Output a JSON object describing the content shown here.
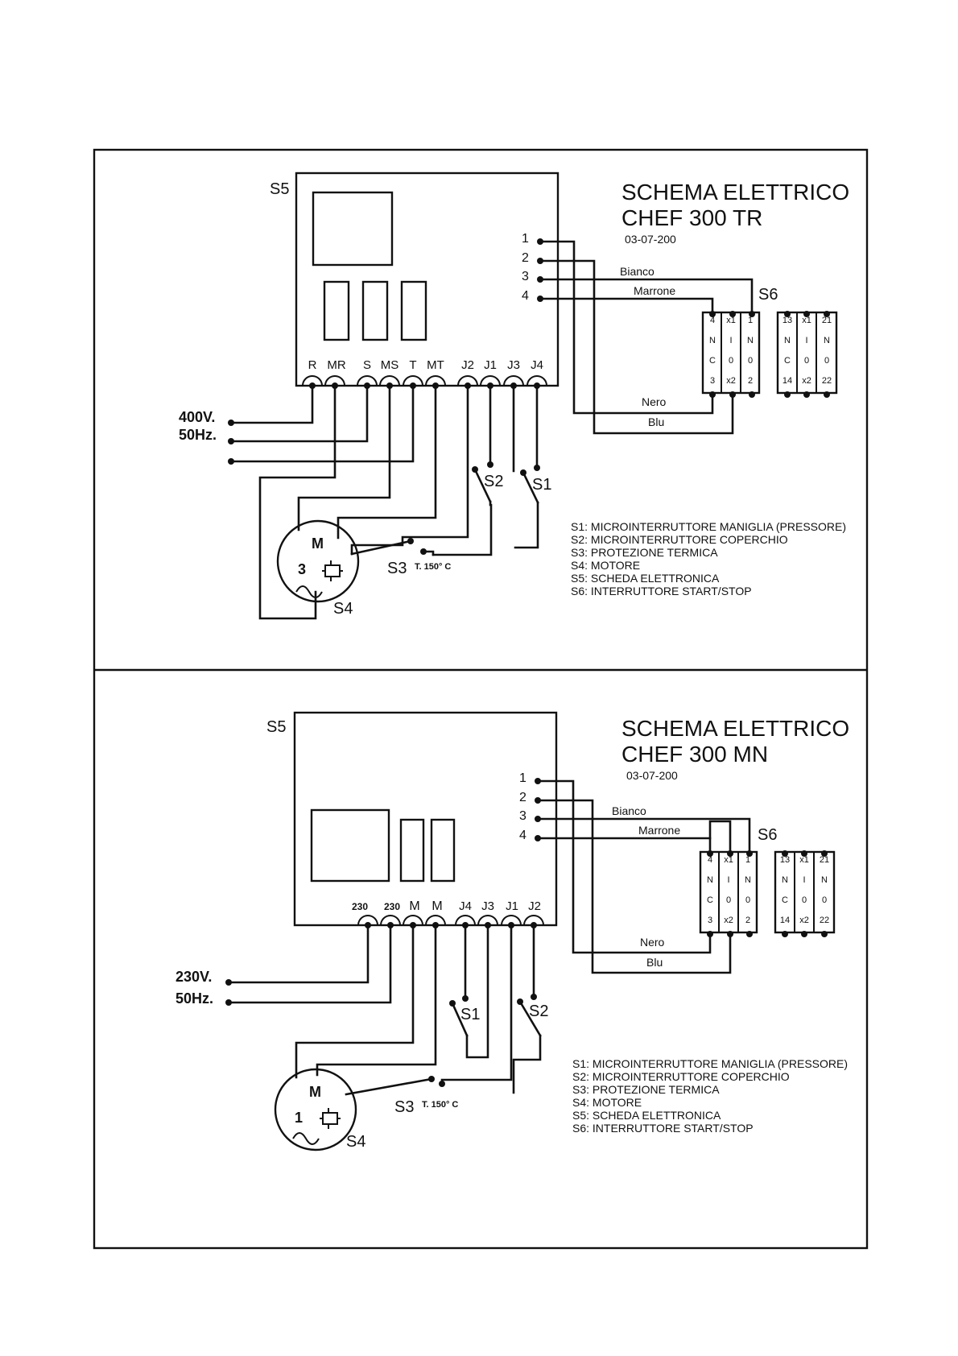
{
  "top": {
    "title_line1": "SCHEMA ELETTRICO",
    "title_line2": "CHEF  300 TR",
    "date": "03-07-200",
    "board_label": "S5",
    "switch_label": "S6",
    "motor_label": "S4",
    "motor_letter": "M",
    "motor_phase": "3",
    "thermal_label": "S3",
    "thermal_temp": "T. 150° C",
    "s1": "S1",
    "s2": "S2",
    "supply_voltage": "400V.",
    "supply_freq": "50Hz.",
    "side_terminals": [
      "1",
      "2",
      "3",
      "4"
    ],
    "bottom_terminals": [
      "R",
      "MR",
      "S",
      "MS",
      "T",
      "MT",
      "J2",
      "J1",
      "J3",
      "J4"
    ],
    "wires": {
      "white": "Bianco",
      "brown": "Marrone",
      "black": "Nero",
      "blue": "Blu"
    },
    "legend": [
      "S1: MICROINTERRUTTORE MANIGLIA (PRESSORE)",
      "S2: MICROINTERRUTTORE COPERCHIO",
      "S3: PROTEZIONE TERMICA",
      "S4: MOTORE",
      "S5: SCHEDA ELETTRONICA",
      "S6: INTERRUTTORE START/STOP"
    ]
  },
  "bottom": {
    "title_line1": "SCHEMA ELETTRICO",
    "title_line2": "CHEF  300 MN",
    "date": "03-07-200",
    "board_label": "S5",
    "switch_label": "S6",
    "motor_label": "S4",
    "motor_letter": "M",
    "motor_phase": "1",
    "thermal_label": "S3",
    "thermal_temp": "T. 150° C",
    "s1": "S1",
    "s2": "S2",
    "supply_voltage": "230V.",
    "supply_freq": "50Hz.",
    "side_terminals": [
      "1",
      "2",
      "3",
      "4"
    ],
    "bottom_terminals": [
      "230",
      "230",
      "M",
      "M",
      "J4",
      "J3",
      "J1",
      "J2"
    ],
    "wires": {
      "white": "Bianco",
      "brown": "Marrone",
      "black": "Nero",
      "blue": "Blu"
    },
    "legend": [
      "S1: MICROINTERRUTTORE MANIGLIA (PRESSORE)",
      "S2: MICROINTERRUTTORE COPERCHIO",
      "S3: PROTEZIONE TERMICA",
      "S4: MOTORE",
      "S5: SCHEDA ELETTRONICA",
      "S6: INTERRUTTORE START/STOP"
    ]
  },
  "switch_block": {
    "left": [
      [
        "4",
        "x1",
        "1"
      ],
      [
        "N",
        "I",
        "N"
      ],
      [
        "C",
        "0",
        "0"
      ],
      [
        "3",
        "x2",
        "2"
      ]
    ],
    "right": [
      [
        "13",
        "x1",
        "21"
      ],
      [
        "N",
        "I",
        "N"
      ],
      [
        "C",
        "0",
        "0"
      ],
      [
        "14",
        "x2",
        "22"
      ]
    ]
  }
}
